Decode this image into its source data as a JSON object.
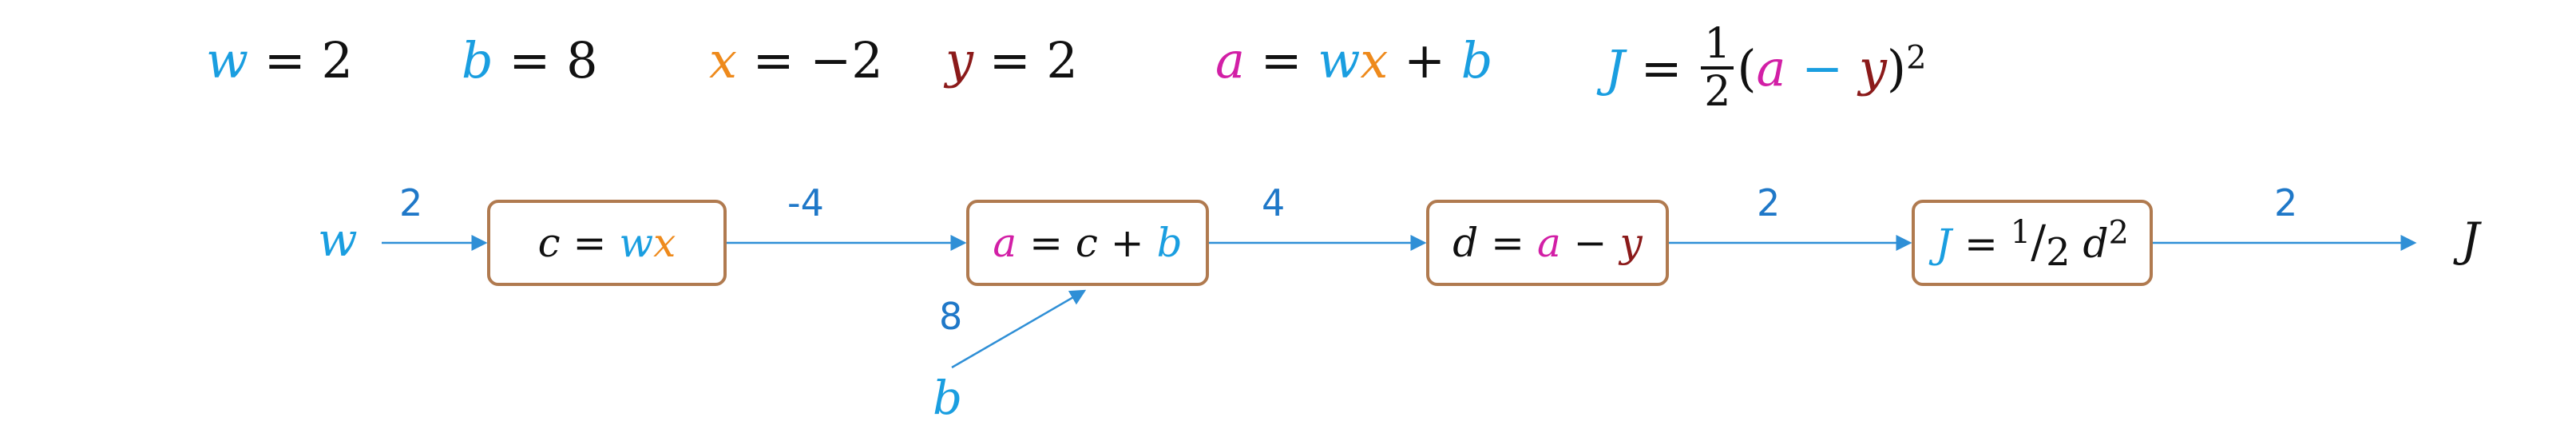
{
  "colors": {
    "blue": "#1a9ee0",
    "orange": "#ee8a1c",
    "darkred": "#8b1a1a",
    "magenta": "#d21fa6",
    "dark": "#111111",
    "arrow": "#2f8fd6",
    "box": "#b07a4f",
    "edge_label": "#1f78c8"
  },
  "equations": {
    "w": {
      "var": "w",
      "rel": " = 2"
    },
    "b": {
      "var": "b",
      "rel": " = 8"
    },
    "x": {
      "var": "x",
      "rel": " = −2"
    },
    "y": {
      "var": "y",
      "rel": " = 2"
    },
    "a": {
      "lhs": "a",
      "eq": " = ",
      "t1": "w",
      "t2": "x",
      "plus": " + ",
      "t3": "b"
    },
    "J": {
      "lhs": "J",
      "eq": " = ",
      "num": "1",
      "den": "2",
      "open": "(",
      "t1": "a",
      "minus": " − ",
      "t2": "y",
      "close": ")",
      "pow": "2"
    }
  },
  "graph": {
    "inputs": {
      "w": "w",
      "b": "b"
    },
    "output": "J",
    "nodes": {
      "c": {
        "lhs": "c",
        "eq": " = ",
        "t1": "w",
        "t2": "x"
      },
      "a": {
        "lhs": "a",
        "eq": " = ",
        "t1": "c",
        "plus": " + ",
        "t2": "b"
      },
      "d": {
        "lhs": "d",
        "eq": " = ",
        "t1": "a",
        "minus": " − ",
        "t2": "y"
      },
      "J": {
        "lhs": "J",
        "eq": " = ",
        "num": "1",
        "slash": "/",
        "den": "2",
        "var": " d",
        "pow": "2"
      }
    },
    "edge_labels": {
      "w_to_c": "2",
      "c_to_a": "-4",
      "b_to_a": "8",
      "a_to_d": "4",
      "d_to_J": "2",
      "J_to_out": "2"
    }
  }
}
